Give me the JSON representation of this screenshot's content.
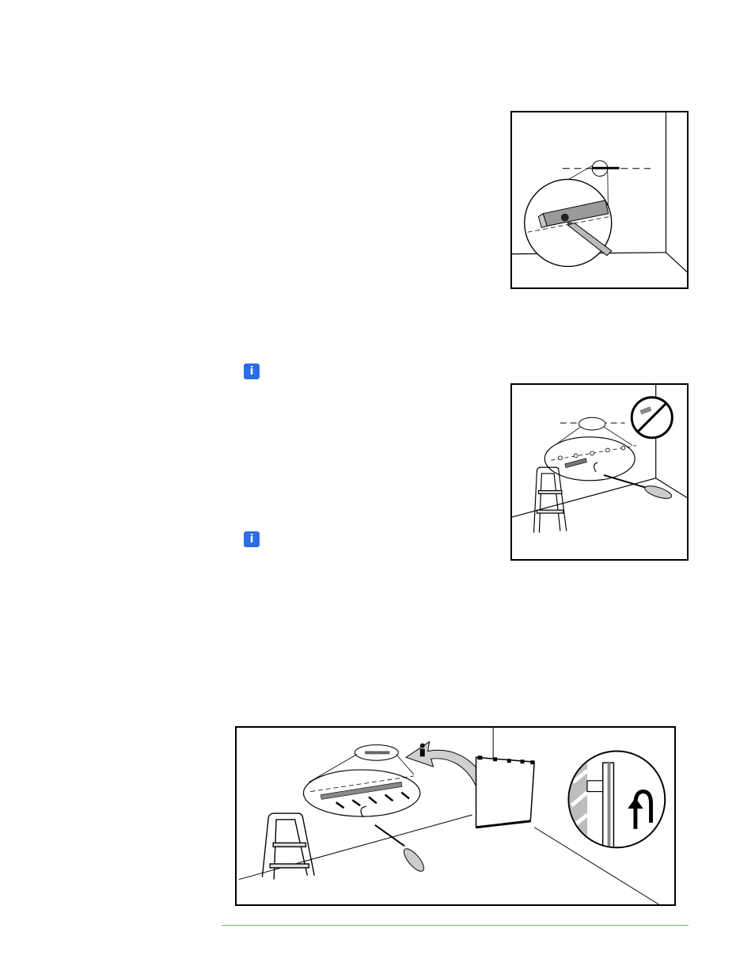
{
  "page": {
    "figures": [
      {
        "id": "figure-1",
        "content": "mark-level-line"
      },
      {
        "id": "figure-2",
        "content": "install-wall-anchors"
      },
      {
        "id": "figure-3",
        "content": "mount-board-on-bracket"
      }
    ],
    "notes": [
      {
        "icon": "info-icon",
        "glyph": "i"
      },
      {
        "icon": "info-icon",
        "glyph": "i"
      }
    ],
    "colors": {
      "info_icon": "#2e6be6",
      "footer_rule": "#6cbf5a",
      "line_art": "#000000"
    }
  }
}
